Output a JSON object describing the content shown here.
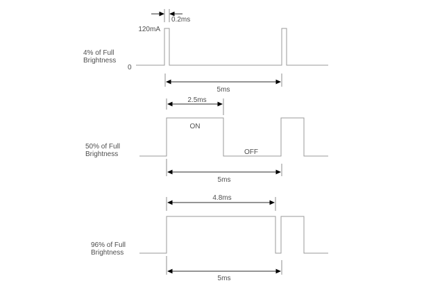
{
  "colors": {
    "background": "#ffffff",
    "waveform_line": "#9a9a9a",
    "dimension_line": "#2b2b2b",
    "arrow": "#000000",
    "text": "#4d4d4d"
  },
  "waveforms": [
    {
      "label_line1": "4% of Full",
      "label_line2": "Brightness",
      "zero_label": "0",
      "peak_current_label": "120mA",
      "pulse_width_label": "0.2ms",
      "period_label": "5ms"
    },
    {
      "label_line1": "50% of Full",
      "label_line2": "Brightness",
      "on_label": "ON",
      "off_label": "OFF",
      "pulse_width_label": "2.5ms",
      "period_label": "5ms"
    },
    {
      "label_line1": "96% of Full",
      "label_line2": "Brightness",
      "pulse_width_label": "4.8ms",
      "period_label": "5ms"
    }
  ]
}
